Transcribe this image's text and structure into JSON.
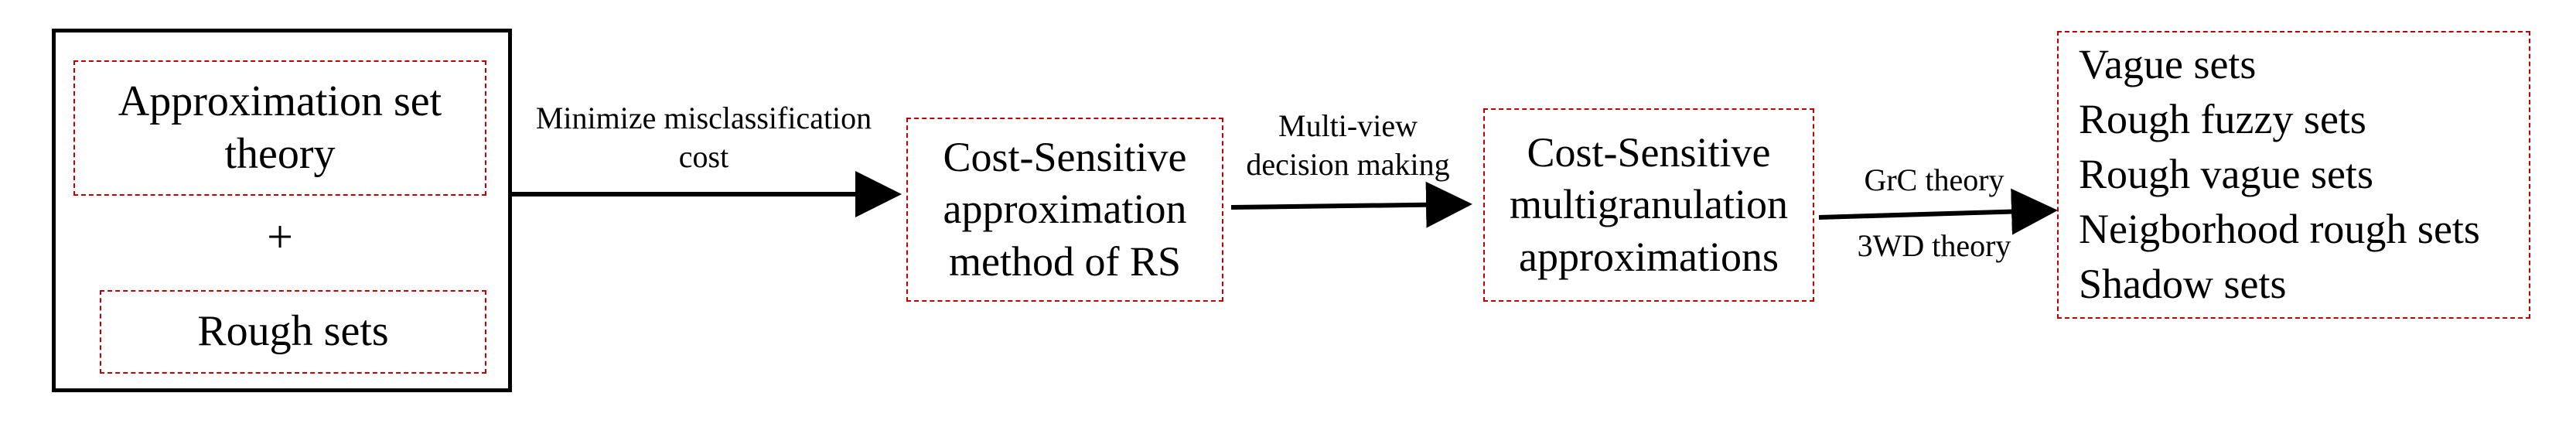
{
  "left_group": {
    "top_box": "Approximation set theory",
    "plus": "+",
    "bottom_box": "Rough sets"
  },
  "arrow1_label": "Minimize misclassification cost",
  "node1": "Cost-Sensitive approximation method of RS",
  "arrow2_label": "Multi-view decision making",
  "node2": "Cost-Sensitive multigranulation approximations",
  "arrow3_label_top": "GrC theory",
  "arrow3_label_bottom": "3WD theory",
  "result_list": [
    "Vague sets",
    "Rough fuzzy sets",
    "Rough vague sets",
    "Neigborhood rough sets",
    "Shadow sets"
  ],
  "colors": {
    "dash_border": "#c00000",
    "arrow": "#000000"
  }
}
